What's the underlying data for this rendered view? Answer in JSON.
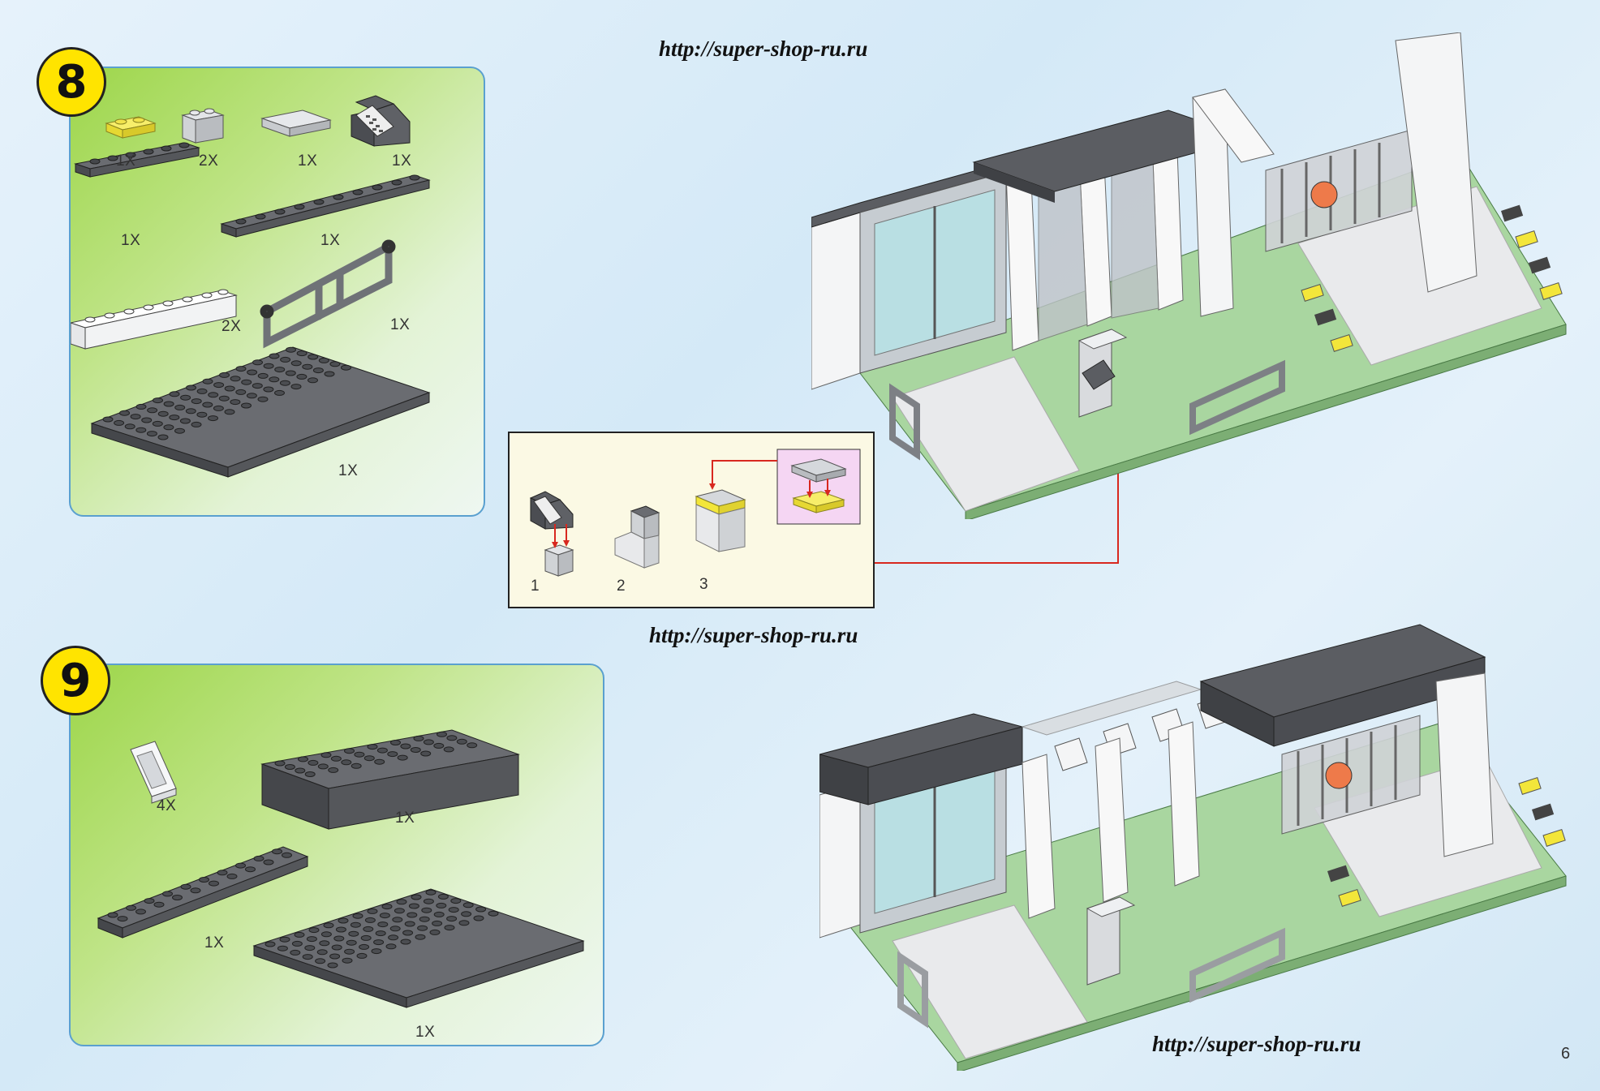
{
  "watermarks": [
    "http://super-shop-ru.ru",
    "http://super-shop-ru.ru",
    "http://super-shop-ru.ru"
  ],
  "page_number": "6",
  "step8": {
    "number": "8",
    "parts": [
      {
        "qty": "1X",
        "desc": "yellow plate 1x2"
      },
      {
        "qty": "2X",
        "desc": "light grey brick 1x2"
      },
      {
        "qty": "1X",
        "desc": "light grey tile 2x2"
      },
      {
        "qty": "1X",
        "desc": "dark grey slope with keypad"
      },
      {
        "qty": "1X",
        "desc": "dark grey plate 1x6"
      },
      {
        "qty": "1X",
        "desc": "dark grey plate 1x10"
      },
      {
        "qty": "2X",
        "desc": "white brick 1x8"
      },
      {
        "qty": "1X",
        "desc": "grey fence"
      },
      {
        "qty": "1X",
        "desc": "dark grey plate 6x12"
      }
    ]
  },
  "sub_assembly": {
    "steps": [
      "1",
      "2",
      "3"
    ]
  },
  "step9": {
    "number": "9",
    "parts": [
      {
        "qty": "4X",
        "desc": "white window"
      },
      {
        "qty": "1X",
        "desc": "dark grey brick 4x8"
      },
      {
        "qty": "1X",
        "desc": "dark grey plate 2x10"
      },
      {
        "qty": "1X",
        "desc": "dark grey plate 6x12"
      }
    ]
  },
  "colors": {
    "dark_grey": "#5b5d62",
    "light_grey": "#c9ccd0",
    "white": "#f6f7f8",
    "yellow": "#f3e63a",
    "green_base": "#a9d6a0",
    "badge": "#ffe400",
    "arrow": "#d8281f"
  }
}
